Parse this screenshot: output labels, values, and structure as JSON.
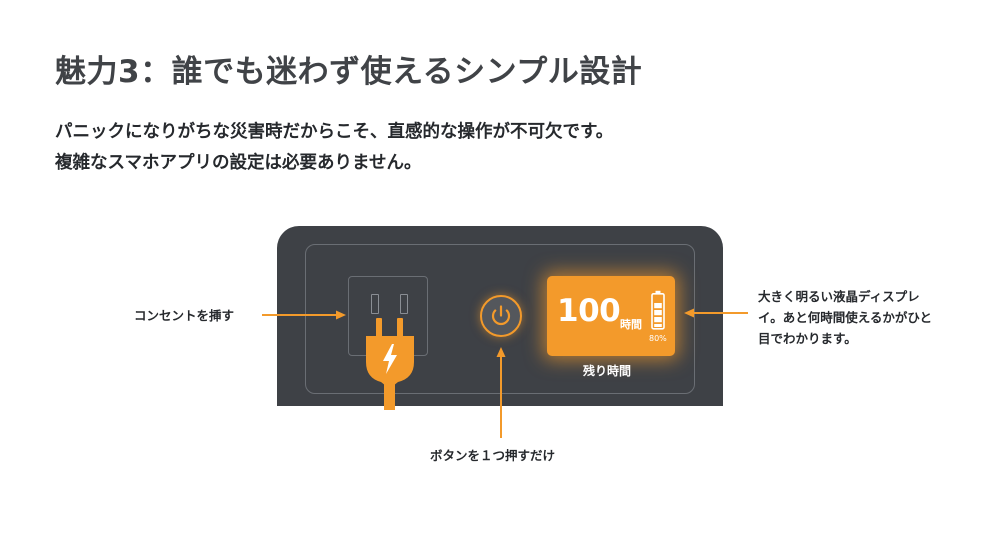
{
  "title": "魅力3：誰でも迷わず使えるシンプル設計",
  "subtitle": {
    "line1": "パニックになりがちな災害時だからこそ、直感的な操作が不可欠です。",
    "line2": "複雑なスマホアプリの設定は必要ありません。"
  },
  "device": {
    "display": {
      "hours_value": "100",
      "hours_unit": "時間",
      "battery_percent": "80%",
      "caption": "残り時間"
    }
  },
  "annotations": {
    "outlet": "コンセントを挿す",
    "button": "ボタンを１つ押すだけ",
    "display_line1": "大きく明るい液晶ディスプレ",
    "display_line2": "イ。あと何時間使えるかがひと",
    "display_line3": "目でわかります。"
  },
  "colors": {
    "accent": "#f39a2b",
    "device_body": "#3e4146",
    "title_text": "#404347"
  },
  "icons": [
    "plug-icon",
    "lightning-icon",
    "power-icon",
    "battery-icon"
  ]
}
